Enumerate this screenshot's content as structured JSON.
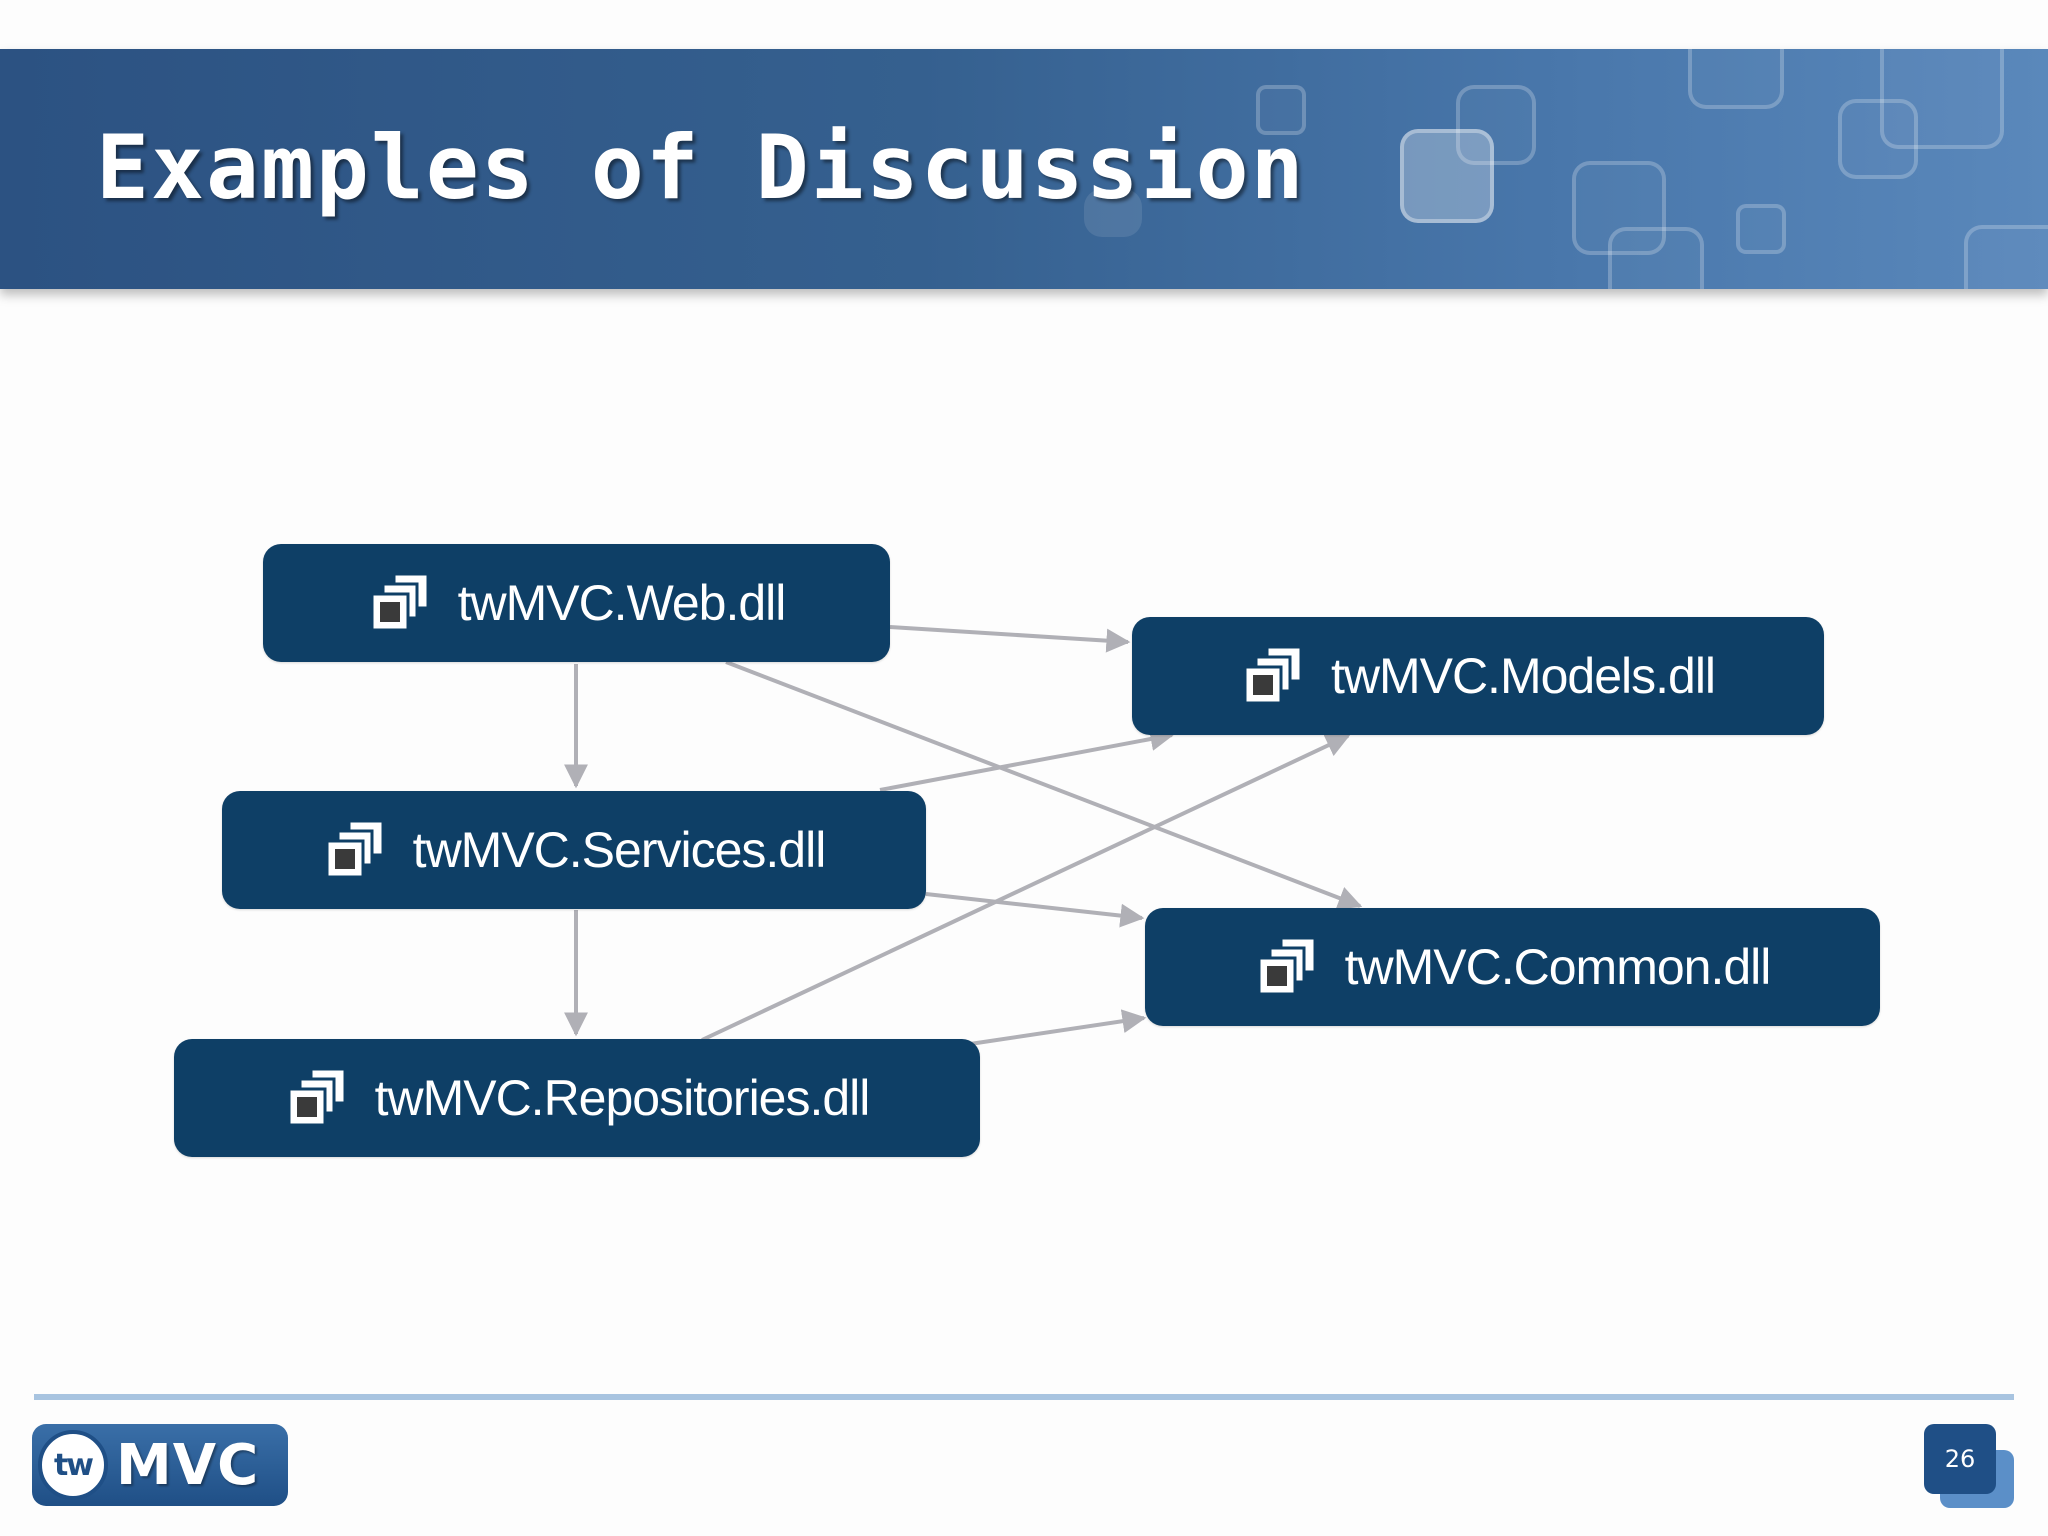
{
  "slide": {
    "title": "Examples of Discussion",
    "page_number": "26"
  },
  "logo": {
    "badge_text": "tw",
    "wordmark": "MVC"
  },
  "diagram": {
    "nodes": [
      {
        "id": "web",
        "label": "twMVC.Web.dll",
        "icon": "assembly-stack-icon"
      },
      {
        "id": "models",
        "label": "twMVC.Models.dll",
        "icon": "assembly-stack-icon"
      },
      {
        "id": "services",
        "label": "twMVC.Services.dll",
        "icon": "assembly-stack-icon"
      },
      {
        "id": "common",
        "label": "twMVC.Common.dll",
        "icon": "assembly-stack-icon"
      },
      {
        "id": "repositories",
        "label": "twMVC.Repositories.dll",
        "icon": "assembly-stack-icon"
      }
    ],
    "edges": [
      {
        "from": "web",
        "to": "models"
      },
      {
        "from": "web",
        "to": "services"
      },
      {
        "from": "web",
        "to": "common"
      },
      {
        "from": "services",
        "to": "models"
      },
      {
        "from": "services",
        "to": "common"
      },
      {
        "from": "services",
        "to": "repositories"
      },
      {
        "from": "repositories",
        "to": "models"
      },
      {
        "from": "repositories",
        "to": "common"
      }
    ]
  },
  "colors": {
    "node_fill": "#0e3f66",
    "edge": "#b0b0b6",
    "banner": "#2c5282",
    "footer_rule": "#a8c4e0"
  }
}
